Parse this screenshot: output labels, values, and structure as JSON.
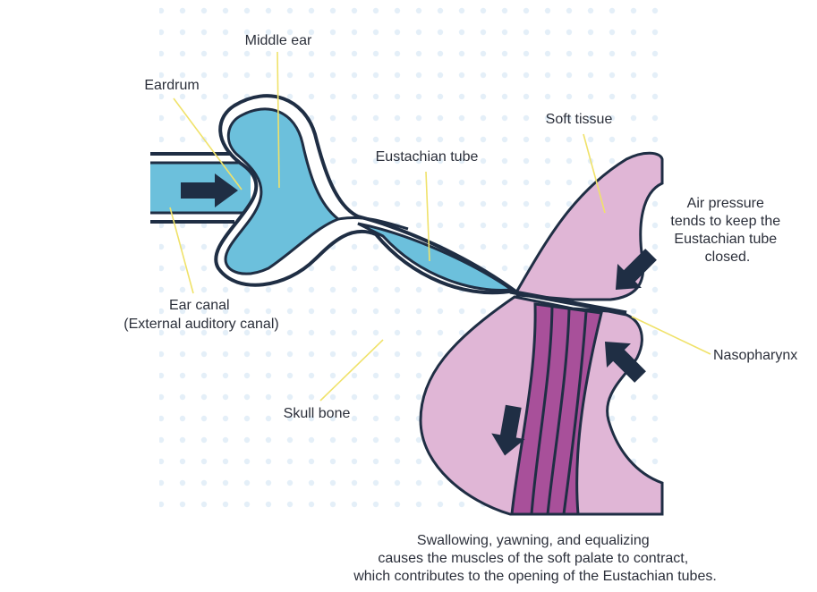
{
  "labels": {
    "middle_ear": "Middle ear",
    "eardrum": "Eardrum",
    "soft_tissue": "Soft tissue",
    "eustachian_tube": "Eustachian tube",
    "air_pressure": [
      "Air pressure",
      "tends to keep the",
      "Eustachian tube",
      "closed."
    ],
    "ear_canal": [
      "Ear canal",
      "(External auditory canal)"
    ],
    "nasopharynx": "Nasopharynx",
    "skull_bone": "Skull bone",
    "caption": [
      "Swallowing, yawning, and equalizing",
      "causes the muscles of the soft palate to contract,",
      "which contributes to the opening of the Eustachian tubes."
    ]
  },
  "colors": {
    "canal_blue": "#6cc0dc",
    "tissue_pink": "#e0b6d6",
    "muscle_purple": "#a8509a",
    "outline_navy": "#1f2e44",
    "leader_yellow": "#f0e26a",
    "dot_blue": "#e4eff8",
    "text": "#2b2f3a"
  },
  "icons": [
    "arrow-right-icon",
    "arrow-down-left-icon",
    "arrow-up-left-icon",
    "arrow-down-icon"
  ]
}
